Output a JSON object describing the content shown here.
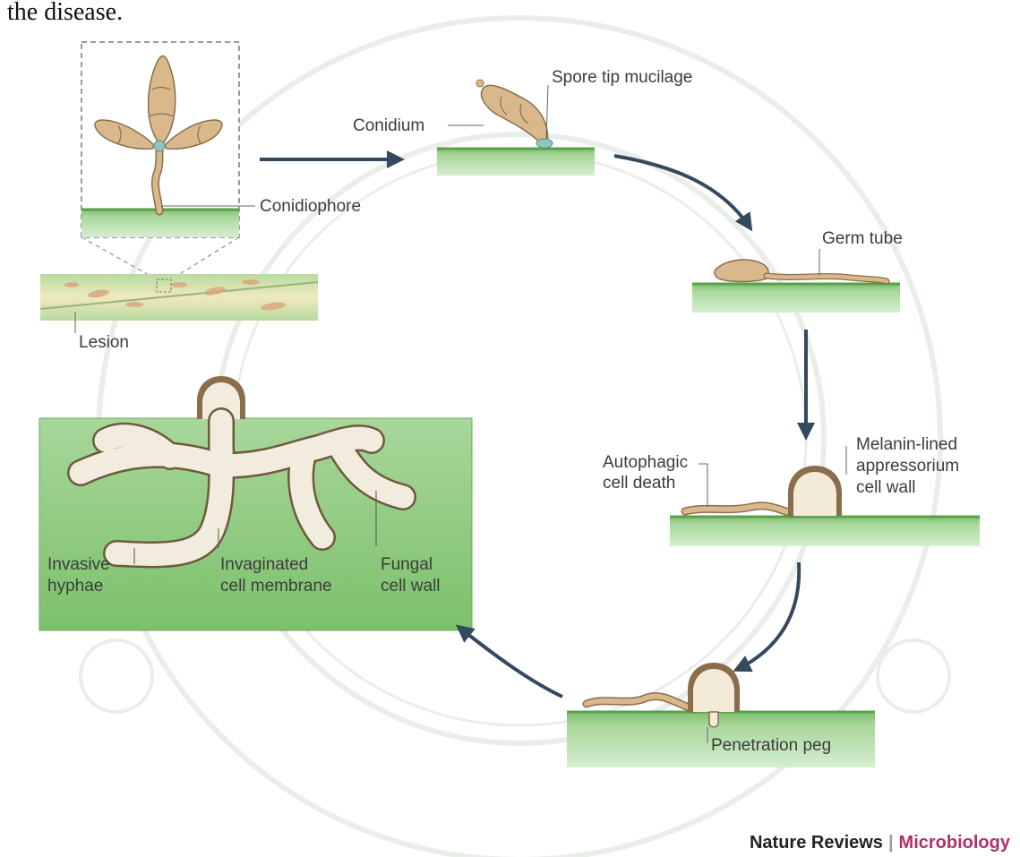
{
  "caption_top": "the disease.",
  "labels": {
    "conidium": "Conidium",
    "spore_tip_mucilage": "Spore tip mucilage",
    "conidiophore": "Conidiophore",
    "lesion": "Lesion",
    "germ_tube": "Germ tube",
    "autophagic_1": "Autophagic",
    "autophagic_2": "cell death",
    "melanin_1": "Melanin-lined",
    "melanin_2": "appressorium",
    "melanin_3": "cell wall",
    "penetration_peg": "Penetration peg",
    "invasive_1": "Invasive",
    "invasive_2": "hyphae",
    "invaginated_1": "Invaginated",
    "invaginated_2": "cell membrane",
    "fungal_1": "Fungal",
    "fungal_2": "cell wall"
  },
  "credit": {
    "journal": "Nature Reviews",
    "separator": "|",
    "section": "Microbiology"
  },
  "colors": {
    "green_light": "#c9e6bf",
    "green_dark": "#7fbf6f",
    "fungus": "#d9b98c",
    "fungus_outline": "#8a6e4b",
    "arrow": "#34495e",
    "microbiology": "#b0306a",
    "watermark": "#e8ece8"
  }
}
